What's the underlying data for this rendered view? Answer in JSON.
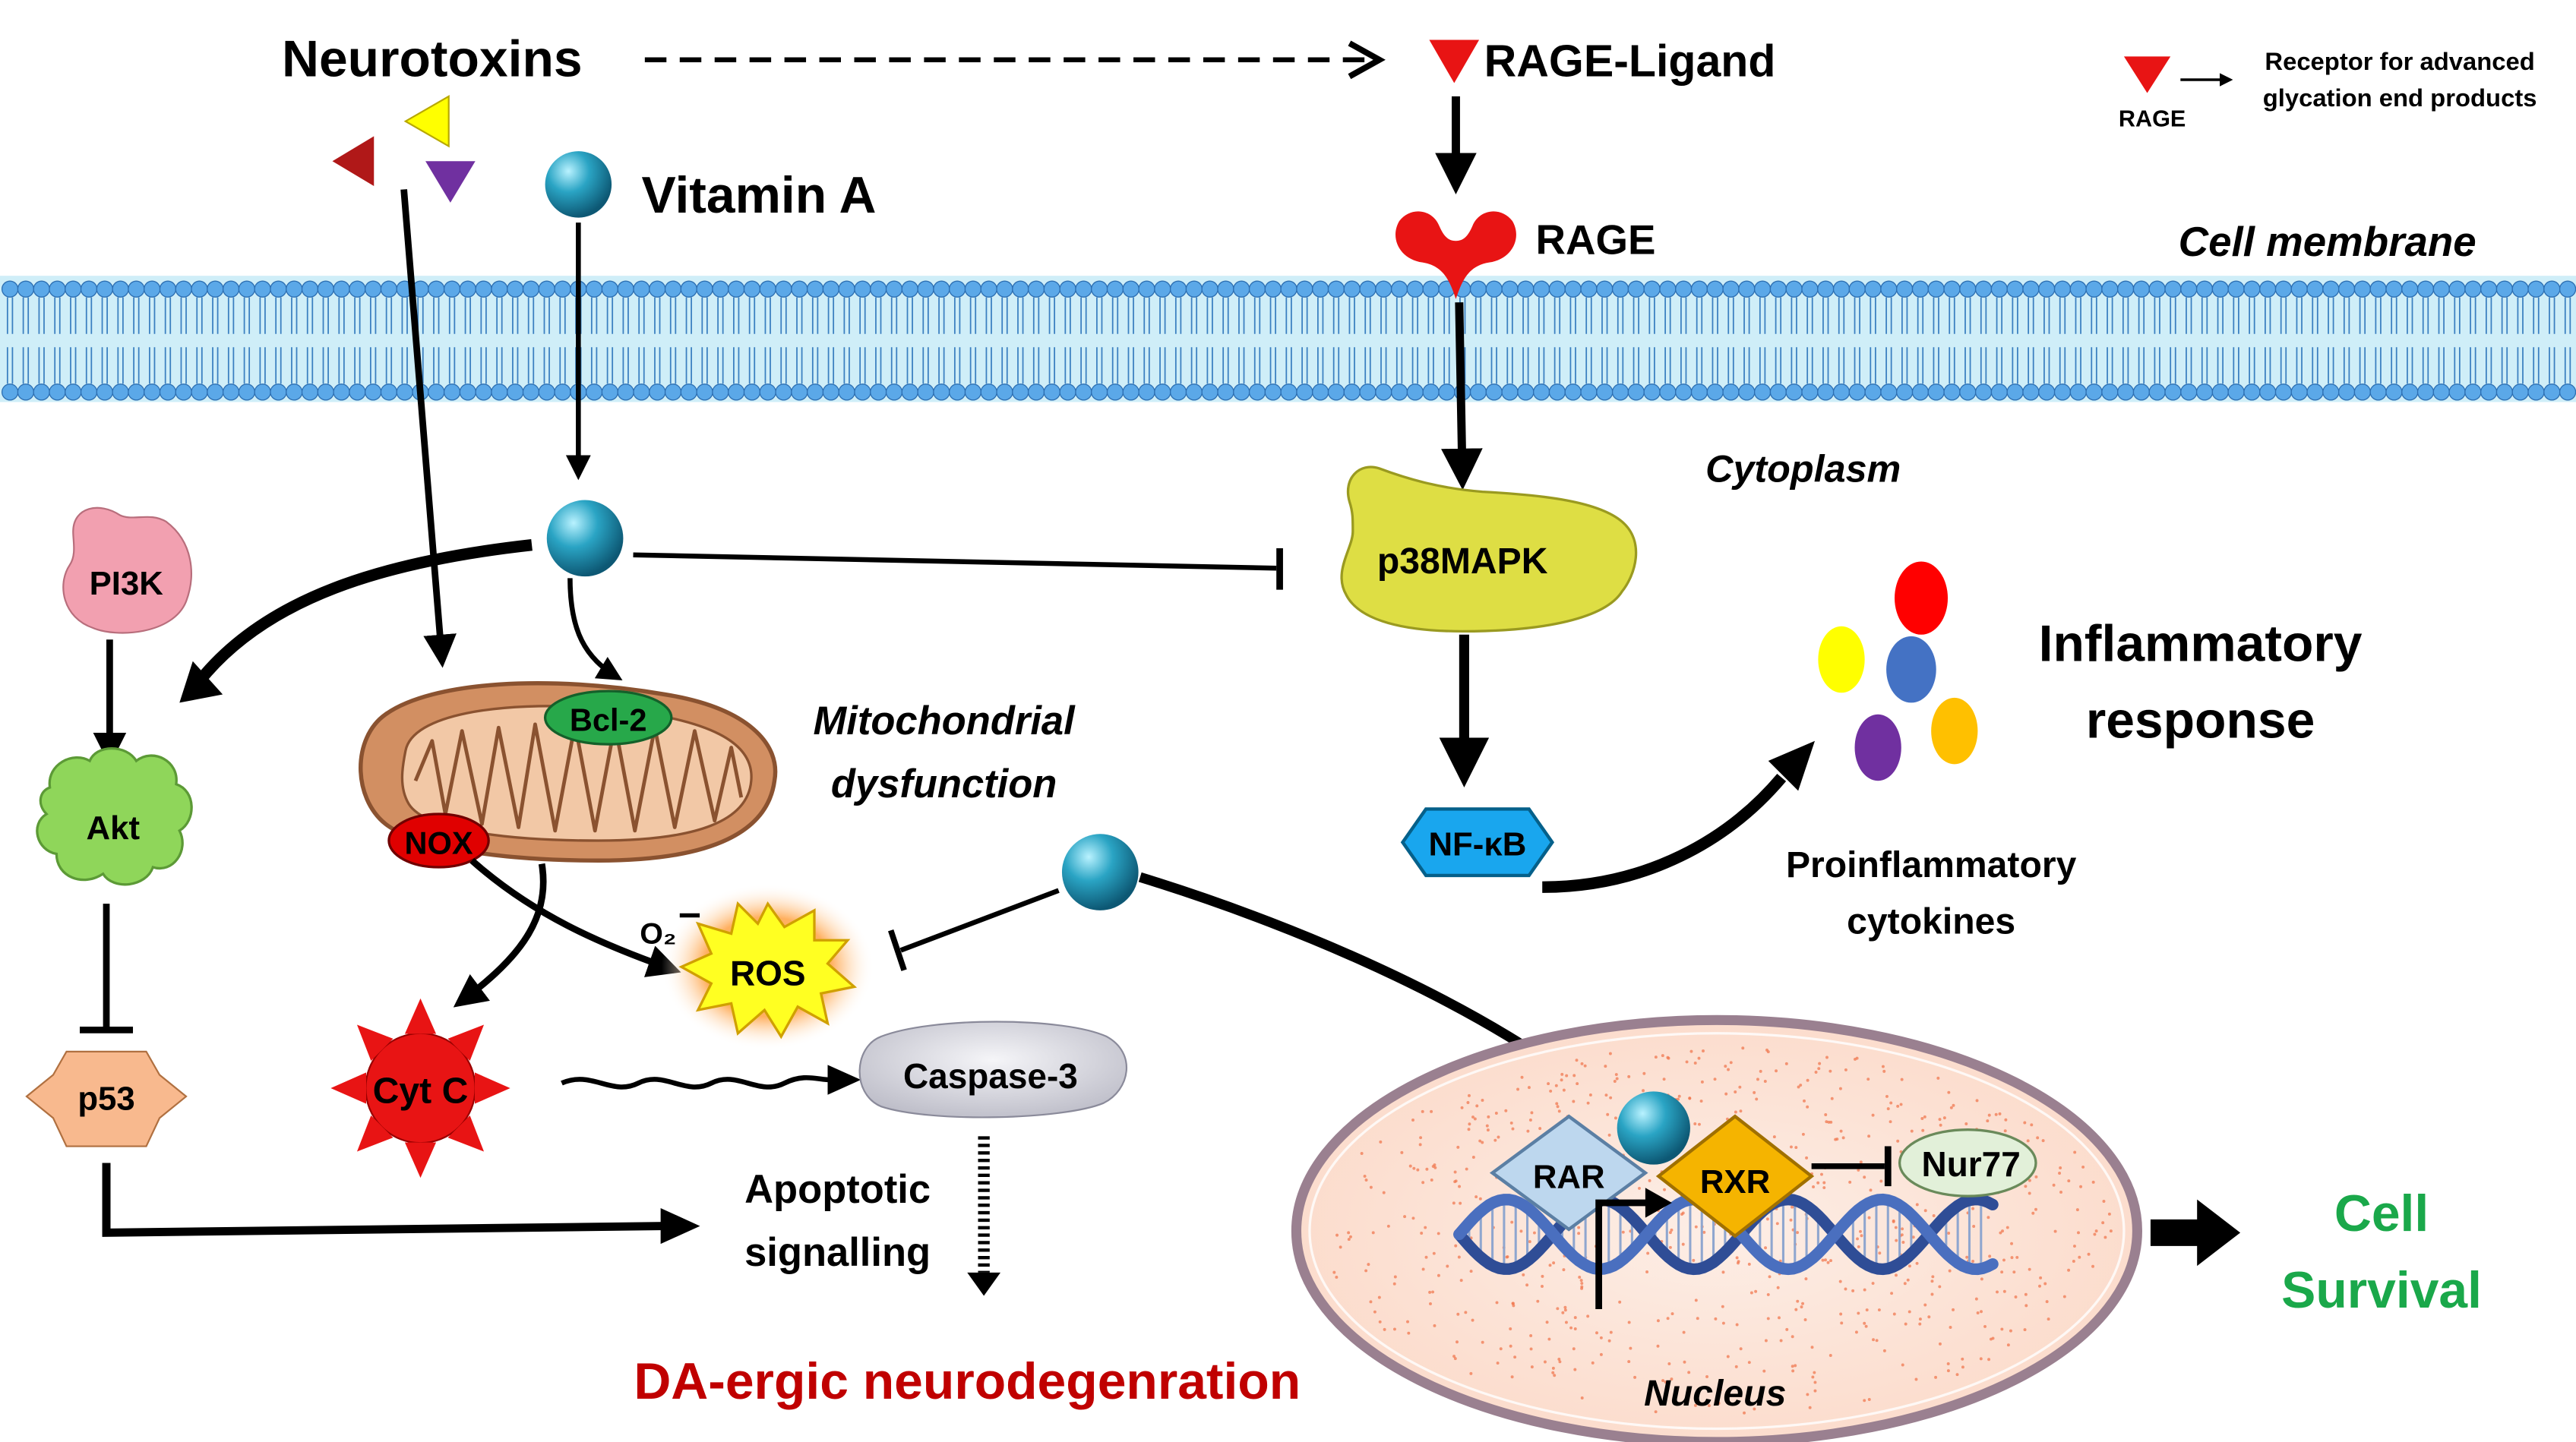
{
  "labels": {
    "neurotoxins": "Neurotoxins",
    "rage_ligand": "RAGE-Ligand",
    "legend_rage": "RAGE",
    "legend_desc_1": "Receptor for advanced",
    "legend_desc_2": "glycation end products",
    "vitamin_a": "Vitamin A",
    "rage": "RAGE",
    "cell_membrane": "Cell membrane",
    "cytoplasm": "Cytoplasm",
    "pi3k": "PI3K",
    "akt": "Akt",
    "p53": "p53",
    "bcl2": "Bcl-2",
    "nox": "NOX",
    "mito_1": "Mitochondrial",
    "mito_2": "dysfunction",
    "p38": "p38MAPK",
    "nfkb": "NF-κB",
    "inflam_1": "Inflammatory",
    "inflam_2": "response",
    "proinf_1": "Proinflammatory",
    "proinf_2": "cytokines",
    "o2": "O₂",
    "ros": "ROS",
    "cytc": "Cyt C",
    "caspase": "Caspase-3",
    "apop_1": "Apoptotic",
    "apop_2": "signalling",
    "da": "DA-ergic neurodegenration",
    "rar": "RAR",
    "rxr": "RXR",
    "nur77": "Nur77",
    "nucleus": "Nucleus",
    "survival_1": "Cell",
    "survival_2": "Survival"
  },
  "colors": {
    "membrane": "#cfeef8",
    "lipid_head": "#5ba8e8",
    "rage_red": "#e81414",
    "pi3k_pink": "#f2a0b0",
    "akt_green": "#8fd65a",
    "p53_peach": "#f8b98e",
    "p38_yellow": "#dede44",
    "nfkb_blue": "#19a6ee",
    "bcl2_green": "#27a84a",
    "nox_red": "#e00000",
    "mito_tan": "#d28f62",
    "ros_yellow": "#ffff22",
    "da_red": "#c00000",
    "survival_green": "#1aa84a",
    "rar_blue": "#bdd7ee",
    "rxr_gold": "#f5b400",
    "nur77_green": "#e2f0d9"
  },
  "cytokine_colors": [
    "#ff0000",
    "#ffff00",
    "#4472c4",
    "#7030a0",
    "#ffc000"
  ]
}
